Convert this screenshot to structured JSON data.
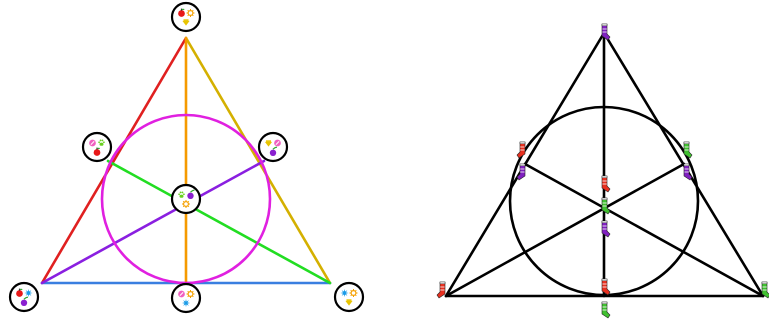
{
  "left_figure": {
    "point_symbols": {
      "top": [
        "red-apple",
        "orange-sun",
        "yellow-gem"
      ],
      "upper_left": [
        "pink-circle",
        "green-paw",
        "red-apple"
      ],
      "upper_right": [
        "yellow-gem",
        "pink-circle",
        "purple-plum"
      ],
      "center": [
        "green-paw",
        "purple-plum",
        "orange-sun"
      ],
      "bottom_left": [
        "red-apple",
        "blue-star",
        "purple-plum"
      ],
      "bottom_middle": [
        "pink-circle",
        "orange-sun",
        "blue-star"
      ],
      "bottom_right": [
        "blue-star",
        "orange-sun",
        "yellow-gem"
      ]
    },
    "line_colors": {
      "left_side": "#e02020",
      "right_side": "#d4b000",
      "bottom_side": "#3a7fe0",
      "vertical_median": "#f59a00",
      "green_median": "#22dd22",
      "purple_median": "#8a1fe0",
      "circle": "#e020e0"
    }
  },
  "right_figure": {
    "line_color": "#000000",
    "point_socks": {
      "top": [
        "purple-sock"
      ],
      "upper_left": [
        "red-sock",
        "purple-sock"
      ],
      "upper_right": [
        "green-sock",
        "purple-sock"
      ],
      "center": [
        "red-sock",
        "green-sock",
        "purple-sock"
      ],
      "bottom_left": [
        "red-sock"
      ],
      "bottom_middle": [
        "red-sock",
        "green-sock"
      ],
      "bottom_right": [
        "green-sock"
      ]
    }
  },
  "symbol_colors": {
    "red-apple": "#e81818",
    "orange-sun": "#f5a000",
    "yellow-gem": "#e8c400",
    "pink-circle": "#f060c0",
    "green-paw": "#6ad020",
    "purple-plum": "#8a20d0",
    "blue-star": "#1a9be8",
    "red-sock": "#e83020",
    "green-sock": "#40c030",
    "purple-sock": "#8020c0"
  }
}
